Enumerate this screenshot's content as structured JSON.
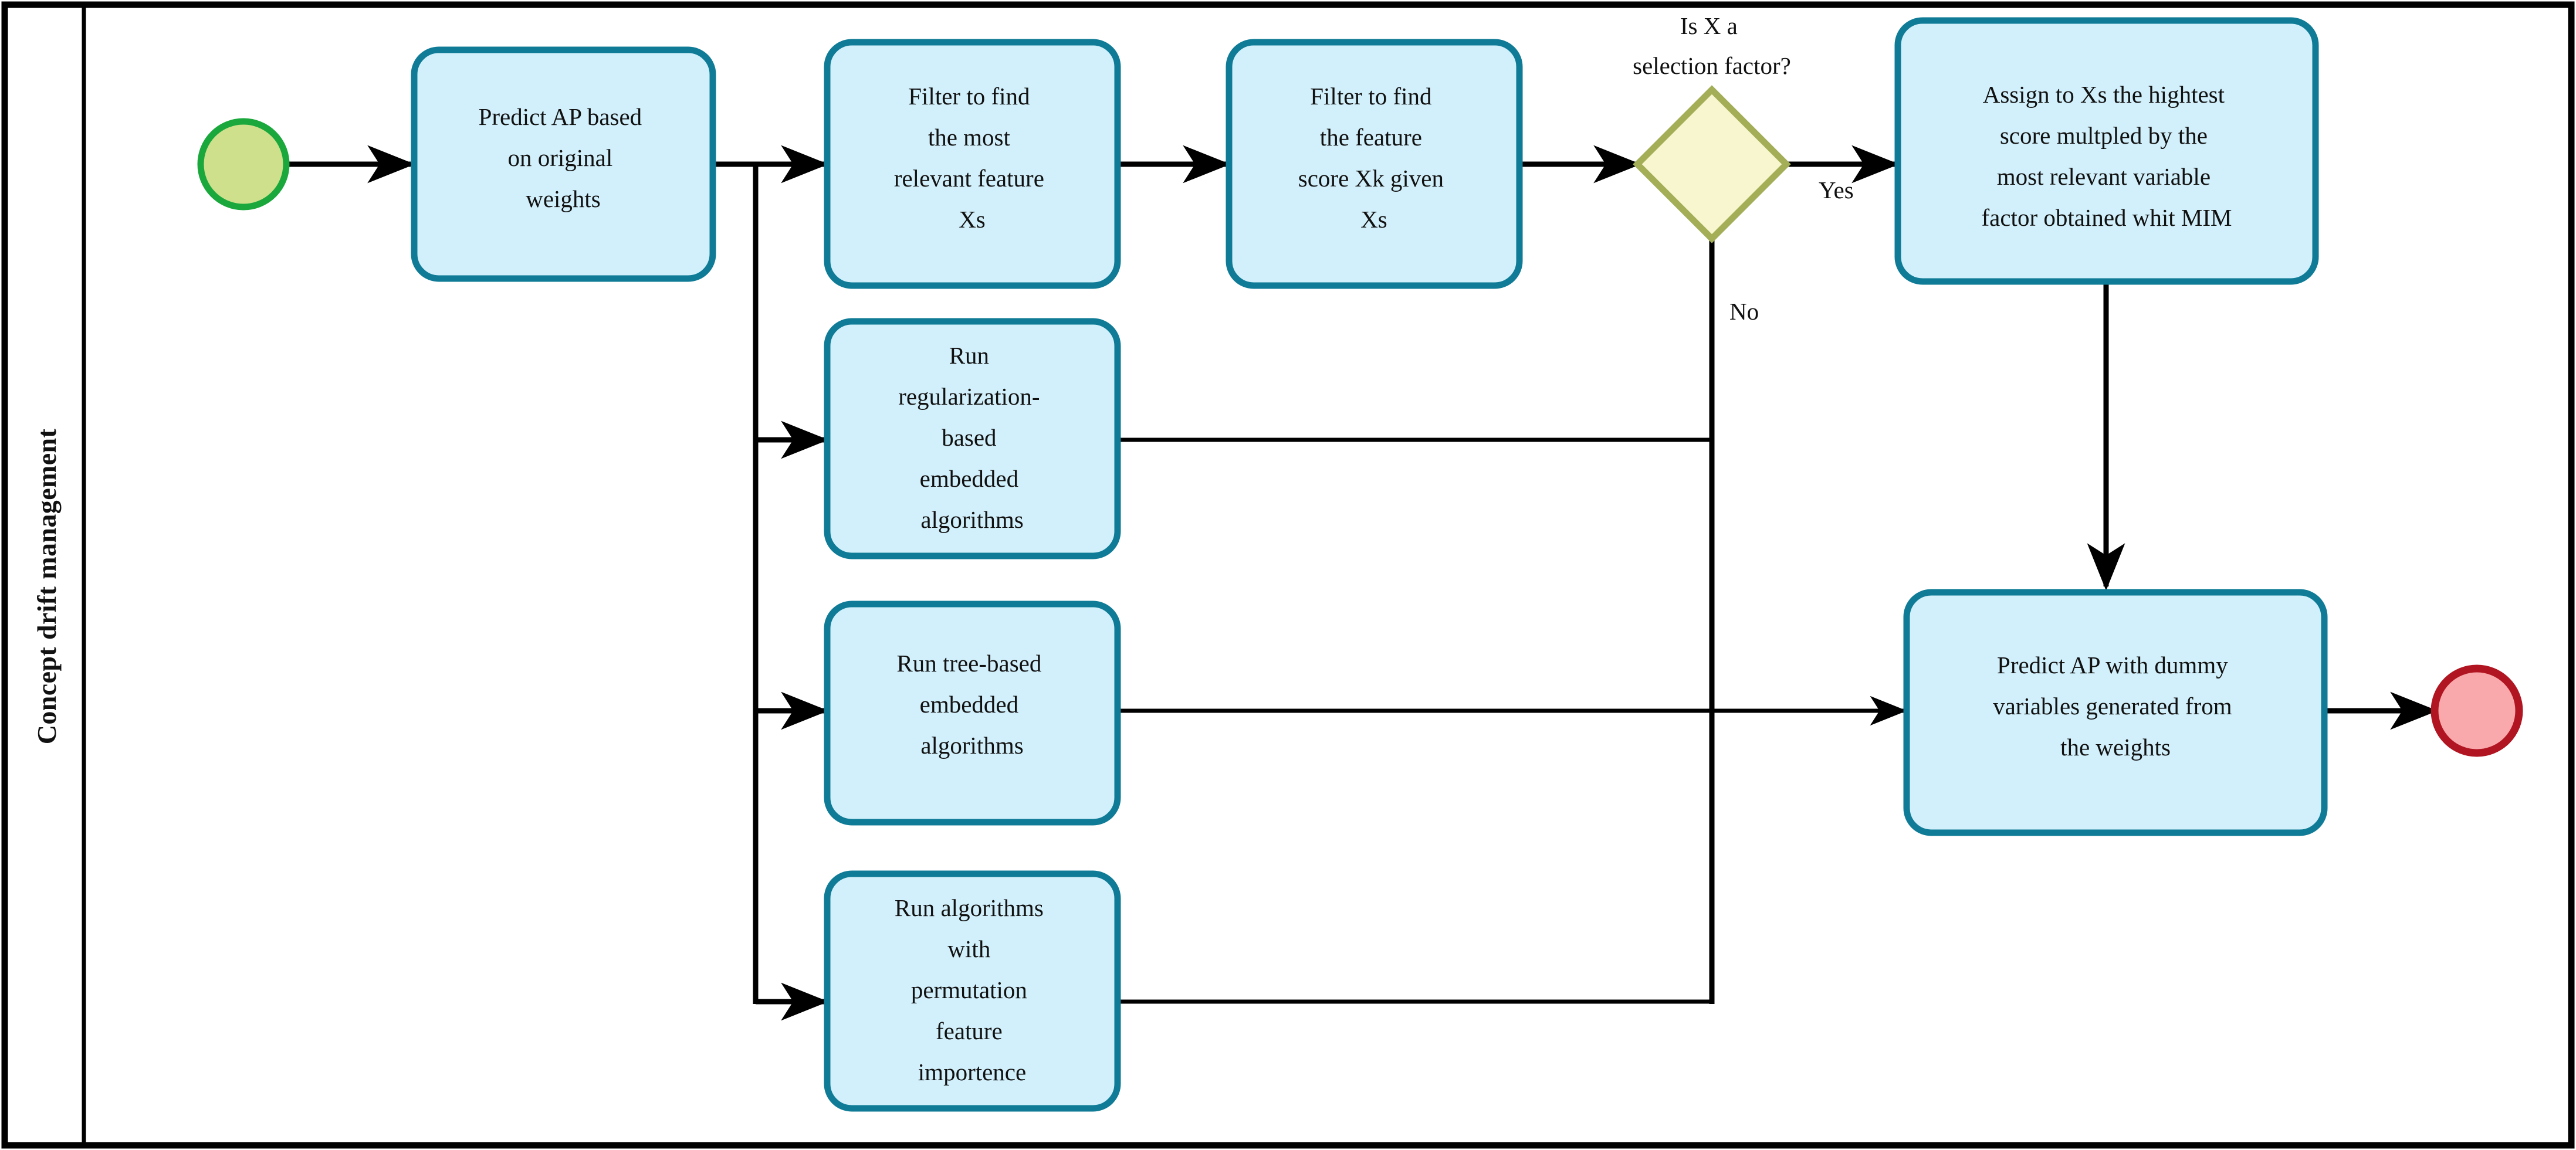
{
  "diagram": {
    "type": "bpmn-process-flow",
    "lane": {
      "label": "Concept drift management"
    },
    "events": {
      "start": {
        "name": "start-event",
        "fill": "#cfe08c",
        "stroke": "#1aa83c"
      },
      "end": {
        "name": "end-event",
        "fill": "#f9a9ac",
        "stroke": "#b01521"
      }
    },
    "colors": {
      "task_fill": "#d2f0fb",
      "task_stroke": "#0f7b96",
      "gateway_fill": "#f8f6cf",
      "gateway_stroke": "#a3ae57",
      "connector": "#000000",
      "pool_border": "#000000"
    },
    "tasks": [
      {
        "id": "predict-ap-original",
        "lines": [
          "Predict AP based",
          "on original",
          "weights"
        ]
      },
      {
        "id": "filter-relevant-feature",
        "lines": [
          "Filter to find",
          "the most",
          "relevant feature",
          "Xs"
        ]
      },
      {
        "id": "filter-feature-score",
        "lines": [
          "Filter to find",
          "the feature",
          "score Xk given",
          "Xs"
        ]
      },
      {
        "id": "assign-highest-score",
        "lines": [
          "Assign to Xs the hightest",
          "score multpled by the",
          "most relevant variable",
          "factor obtained whit MIM"
        ]
      },
      {
        "id": "run-regularization-embedded",
        "lines": [
          "Run",
          "regularization-",
          "based",
          "embedded",
          "algorithms"
        ]
      },
      {
        "id": "run-tree-embedded",
        "lines": [
          "Run tree-based",
          "embedded",
          "algorithms"
        ]
      },
      {
        "id": "run-permutation-importance",
        "lines": [
          "Run algorithms",
          "with",
          "permutation",
          "feature",
          "importence"
        ]
      },
      {
        "id": "predict-ap-dummy",
        "lines": [
          "Predict AP with dummy",
          "variables generated from",
          "the weights"
        ]
      }
    ],
    "gateway": {
      "id": "is-x-selection-factor",
      "label_lines": [
        "Is X a",
        "selection factor?"
      ]
    },
    "edge_labels": {
      "yes": "Yes",
      "no": "No"
    }
  }
}
